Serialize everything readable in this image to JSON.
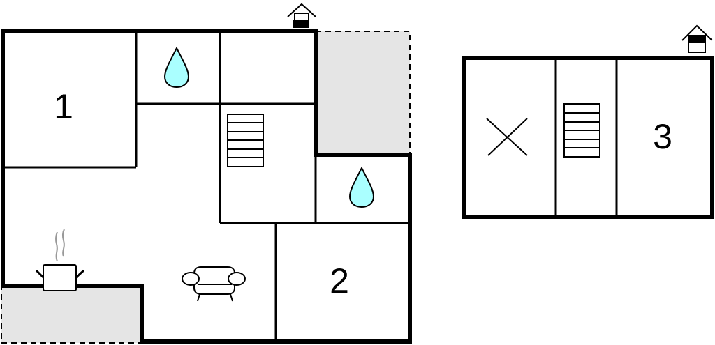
{
  "plans": [
    {
      "rooms": [
        {
          "label": "1"
        },
        {
          "label": "2"
        }
      ],
      "icons": [
        "entrance-icon",
        "water-drop-icon",
        "water-drop-icon",
        "stairs-icon",
        "cooking-pot-icon",
        "armchair-icon"
      ]
    },
    {
      "rooms": [
        {
          "label": "3"
        }
      ],
      "icons": [
        "entrance-icon",
        "cross-icon",
        "stairs-icon"
      ]
    }
  ],
  "colors": {
    "wall": "#000000",
    "terrace": "#e5e5e5",
    "water": "#aaffff",
    "steam": "#999999"
  }
}
